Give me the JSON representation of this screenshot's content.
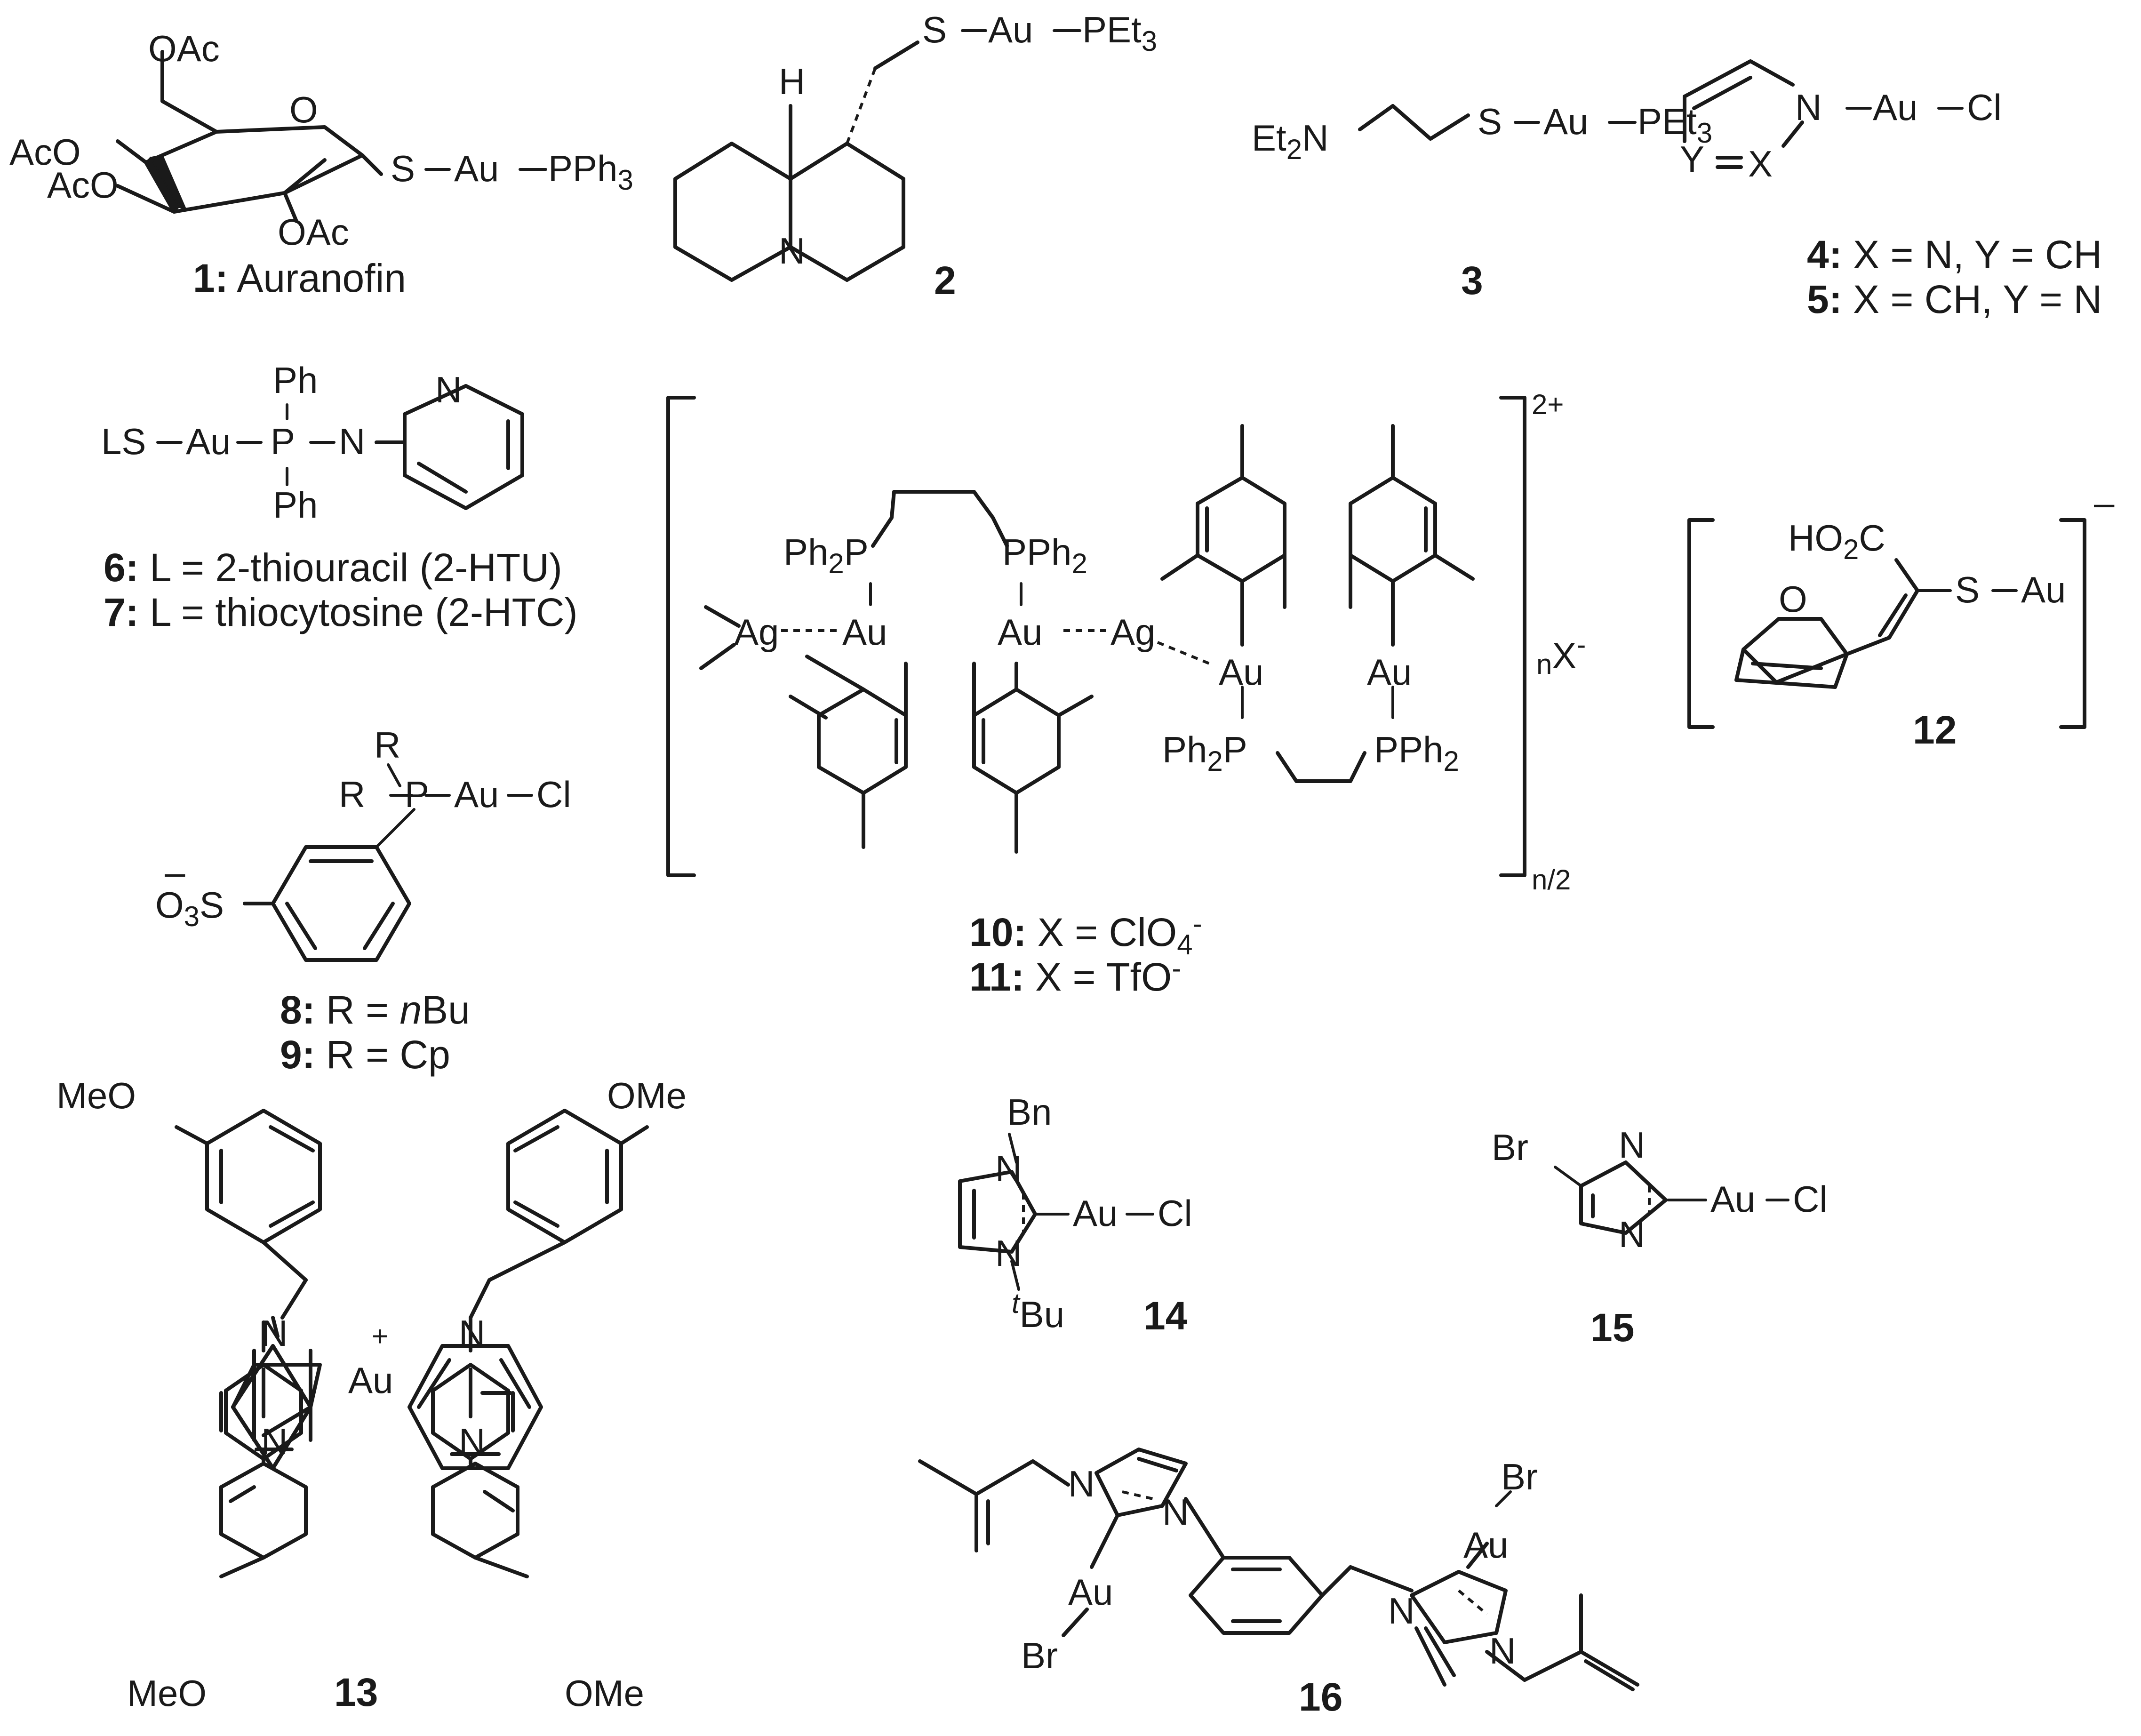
{
  "compounds": {
    "c1": {
      "number": "1",
      "name": "Auranofin",
      "labels": {
        "oac_top": "OAc",
        "o_ring": "O",
        "aco_1": "AcO",
        "aco_2": "AcO",
        "oac_bottom": "OAc",
        "s": "S",
        "au": "Au",
        "pph": "PPh",
        "pph_sub": "3"
      }
    },
    "c2": {
      "number": "2",
      "labels": {
        "s": "S",
        "au": "Au",
        "pet": "PEt",
        "pet_sub": "3",
        "h": "H",
        "n": "N"
      }
    },
    "c3": {
      "number": "3",
      "labels": {
        "et": "Et",
        "et_sub": "2",
        "n": "N",
        "s": "S",
        "au": "Au",
        "pet": "PEt",
        "pet_sub": "3"
      }
    },
    "c4_5": {
      "labels": {
        "n": "N",
        "au": "Au",
        "cl": "Cl",
        "y": "Y",
        "x": "X"
      },
      "captions": [
        {
          "number": "4",
          "text": " X = N, Y = CH"
        },
        {
          "number": "5",
          "text": " X = CH, Y = N"
        }
      ]
    },
    "c6_7": {
      "labels": {
        "ls": "LS",
        "au": "Au",
        "p": "P",
        "n": "N",
        "ph_top": "Ph",
        "ph_bottom": "Ph",
        "n_pyr": "N"
      },
      "captions": [
        {
          "number": "6",
          "text": " L = 2-thiouracil (2-HTU)"
        },
        {
          "number": "7",
          "text": " L = thiocytosine (2-HTC)"
        }
      ]
    },
    "c8_9": {
      "labels": {
        "r_top": "R",
        "r_left": "R",
        "p": "P",
        "au": "Au",
        "cl": "Cl",
        "neg": "–",
        "o3s": "O",
        "o3s_sub": "3",
        "o3s_s": "S"
      },
      "captions": [
        {
          "number": "8",
          "pre": " R = ",
          "italic": "n",
          "post": "Bu"
        },
        {
          "number": "9",
          "pre": " R = Cp",
          "italic": "",
          "post": ""
        }
      ]
    },
    "c10_11": {
      "labels": {
        "ph2p_1": "Ph",
        "ph2p_1_sub": "2",
        "ph2p_1_p": "P",
        "pph2_1_p": "P",
        "pph2_1": "Ph",
        "pph2_1_sub": "2",
        "ag_1": "Ag",
        "au_1": "Au",
        "au_2": "Au",
        "ag_2": "Ag",
        "au_3": "Au",
        "au_4": "Au",
        "ph2p_2": "Ph",
        "ph2p_2_sub": "2",
        "ph2p_2_p": "P",
        "pph2_2_p": "P",
        "pph2_2": "Ph",
        "pph2_2_sub": "2",
        "charge": "2+",
        "nx_sub": "n",
        "nx": "X",
        "nx_sup": "-",
        "n2": "n/2"
      },
      "captions": [
        {
          "number": "10",
          "text": " X = ClO",
          "sub": "4",
          "sup": "-"
        },
        {
          "number": "11",
          "text": " X = TfO",
          "sub": "",
          "sup": "-"
        }
      ]
    },
    "c12": {
      "number": "12",
      "labels": {
        "ho": "HO",
        "ho_sub": "2",
        "ho_c": "C",
        "s": "S",
        "au": "Au",
        "o": "O",
        "charge": "–"
      }
    },
    "c13": {
      "number": "13",
      "labels": {
        "meo_tl": "MeO",
        "ome_tr": "OMe",
        "meo_bl": "MeO",
        "ome_br": "OMe",
        "n1": "N",
        "n2": "N",
        "n3": "N",
        "n4": "N",
        "au": "Au",
        "plus": "+"
      }
    },
    "c14": {
      "number": "14",
      "labels": {
        "bn": "Bn",
        "n_top": "N",
        "n_bot": "N",
        "au": "Au",
        "cl": "Cl",
        "tbu_t": "t",
        "tbu": "Bu"
      }
    },
    "c15": {
      "number": "15",
      "labels": {
        "br": "Br",
        "n_top": "N",
        "n_bot": "N",
        "au": "Au",
        "cl": "Cl"
      }
    },
    "c16": {
      "number": "16",
      "labels": {
        "n1": "N",
        "n2": "N",
        "au_l": "Au",
        "br_l": "Br",
        "n3": "N",
        "n4": "N",
        "au_r": "Au",
        "br_r": "Br"
      }
    }
  }
}
